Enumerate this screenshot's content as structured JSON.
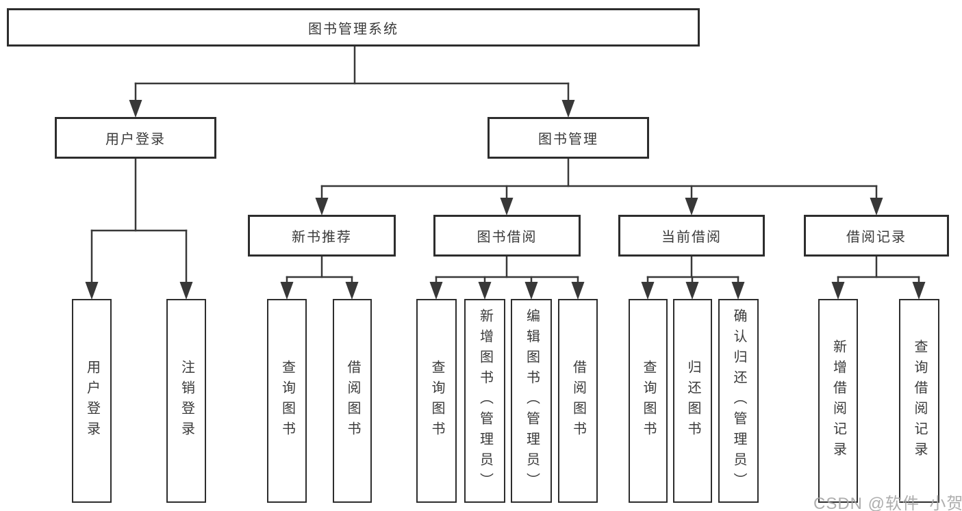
{
  "diagram": {
    "title": "图书管理系统",
    "type": "hierarchy-tree",
    "tree": {
      "label": "图书管理系统",
      "children": [
        {
          "label": "用户登录",
          "children": [
            {
              "label": "用户登录"
            },
            {
              "label": "注销登录"
            }
          ]
        },
        {
          "label": "图书管理",
          "children": [
            {
              "label": "新书推荐",
              "children": [
                {
                  "label": "查询图书"
                },
                {
                  "label": "借阅图书"
                }
              ]
            },
            {
              "label": "图书借阅",
              "children": [
                {
                  "label": "查询图书"
                },
                {
                  "label": "新增图书（管理员）"
                },
                {
                  "label": "编辑图书（管理员）"
                },
                {
                  "label": "借阅图书"
                }
              ]
            },
            {
              "label": "当前借阅",
              "children": [
                {
                  "label": "查询图书"
                },
                {
                  "label": "归还图书"
                },
                {
                  "label": "确认归还（管理员）"
                }
              ]
            },
            {
              "label": "借阅记录",
              "children": [
                {
                  "label": "新增借阅记录"
                },
                {
                  "label": "查询借阅记录"
                }
              ]
            }
          ]
        }
      ]
    },
    "colors": {
      "line": "#383838",
      "box_border": "#2d2d2d",
      "text": "#3a3a3a",
      "background": "#ffffff",
      "watermark": "#a3a3a3"
    }
  },
  "watermark": {
    "text": "CSDN @软件_小贺同学"
  }
}
